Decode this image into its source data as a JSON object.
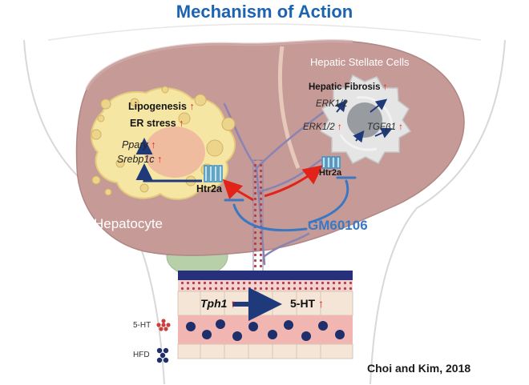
{
  "title": "Mechanism of Action",
  "hepatocyte": {
    "label": "Hepatocyte",
    "lipogenesis": "Lipogenesis",
    "er_stress": "ER stress",
    "ppary": "Ppary",
    "srebp1c": "Srebp1c",
    "receptor": "Htr2a"
  },
  "stellate": {
    "label": "Hepatic Stellate Cells",
    "fibrosis": "Hepatic Fibrosis",
    "erk_a": "ERK1/2",
    "erk_b": "ERK1/2",
    "tgf": "TGFβ1",
    "receptor": "Htr2a"
  },
  "drug": "GM60106",
  "gut": {
    "tph1": "Tph1",
    "serotonin": "5-HT"
  },
  "legend": [
    {
      "label": "5-HT",
      "icon": "serotonin-cluster-icon",
      "color": "#c9413f"
    },
    {
      "label": "HFD",
      "icon": "hfd-cluster-icon",
      "color": "#1f2f6b"
    }
  ],
  "up_arrow": "↑",
  "credit": "Choi and Kim, 2018",
  "colors": {
    "title": "#1d63b0",
    "liver": "#c69a97",
    "increase": "#e2231a",
    "drug": "#3a78c2",
    "pathway": "#1f3a7a"
  }
}
